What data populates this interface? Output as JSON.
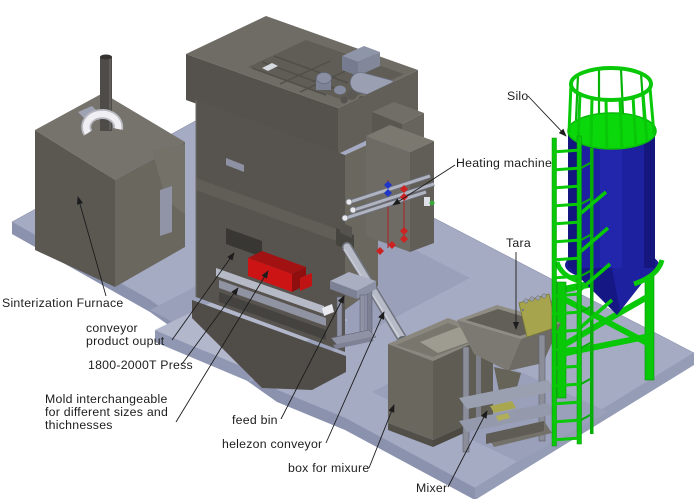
{
  "diagram": {
    "description": "Isometric CAD layout of a pressing production line",
    "labels": {
      "silo": "Silo",
      "heating_machine": "Heating machine",
      "tara": "Tara",
      "sinterization_furnace": "Sinterization Furnace",
      "conveyor_line1": "conveyor",
      "conveyor_line2": "product ouput",
      "press": "1800-2000T Press",
      "mold_line1": "Mold interchangeable",
      "mold_line2": "for different sizes and",
      "mold_line3": "thichnesses",
      "feed_bin": "feed bin",
      "helezon_conveyor": "helezon conveyor",
      "box_for_mixure": "box for mixure",
      "mixer": "Mixer"
    },
    "colors": {
      "platform_top": "#a6abc4",
      "machine_front": "#57544f",
      "machine_top": "#76736c",
      "silo_blue": "#1d21a0",
      "structure_green": "#08c808",
      "mold_red": "#cc1414",
      "tara_panel_olive": "#a6a54e",
      "label_text": "#1c1c1c"
    }
  }
}
